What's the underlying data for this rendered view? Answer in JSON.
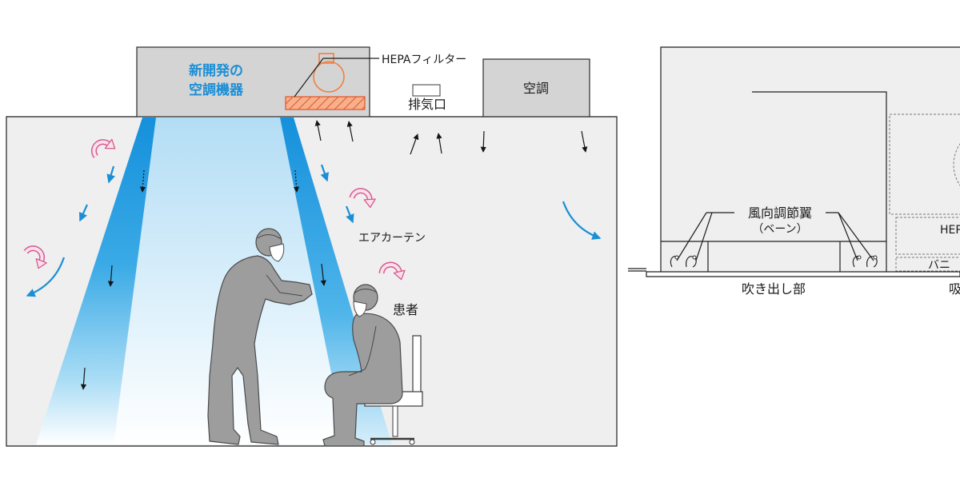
{
  "left": {
    "unit_label_lines": [
      "新開発の",
      "空調機器"
    ],
    "hepa_filter_label": "HEPAフィルター",
    "ac_label": "空調",
    "exhaust_label": "排気口",
    "air_curtain_label": "エアカーテン",
    "patient_label": "患者"
  },
  "right": {
    "vane_label": "風向調節翼",
    "vane_sublabel": "（ベーン）",
    "outlet_label": "吹き出し部",
    "hepa_label": "HEPA",
    "partial_label": "バニ",
    "intake_label_partial": "吸"
  },
  "colors": {
    "unit_text": "#1b8fd6",
    "air_curtain": "#1590dc",
    "hepa_filter": "#f39a6b",
    "fan_outline": "#f08040",
    "swirl_arrow": "#d65a8f",
    "room_fill": "#efefef",
    "equipment_fill": "#d4d4d4",
    "person_fill": "#9d9d9d"
  }
}
